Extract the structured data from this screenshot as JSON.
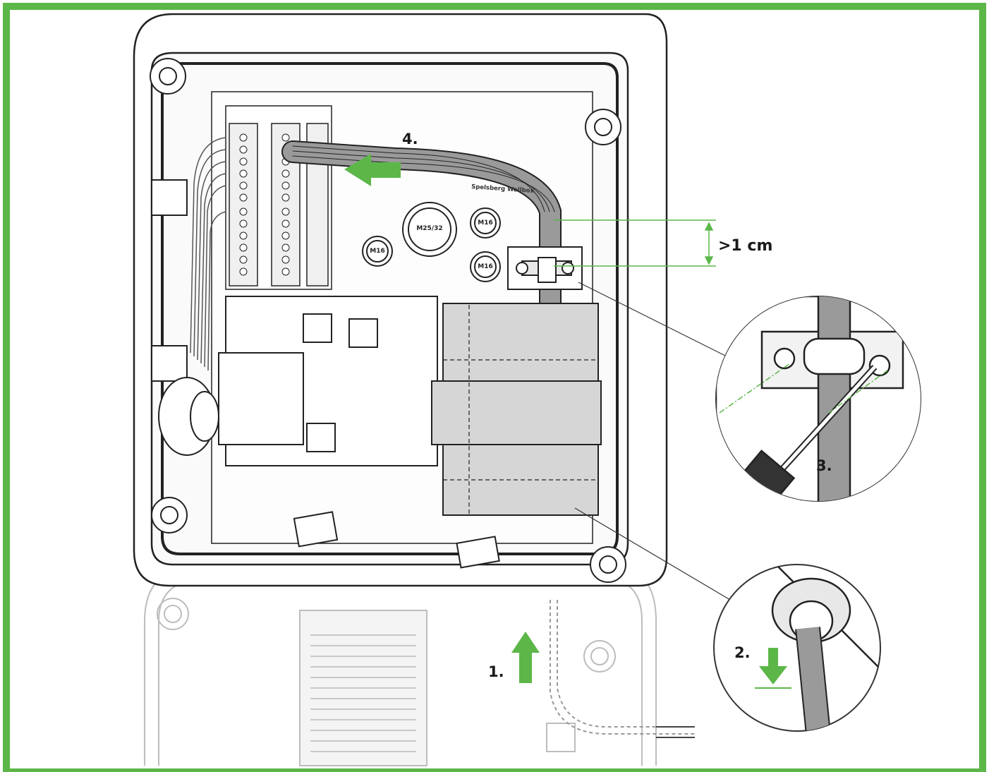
{
  "steps": {
    "step1": "1.",
    "step2": "2.",
    "step3": "3.",
    "step4": "4."
  },
  "dimension_label": ">1 cm",
  "brand_label": "Spelsberg Wallbox",
  "glands": {
    "large": "M25/32",
    "small_left": "M16",
    "small_top_right": "M16",
    "small_bottom_right": "M16"
  },
  "colors": {
    "frame_green": "#5cb748",
    "arrow_green": "#5cb748",
    "line_dark": "#222222",
    "module_fill": "#d6d6d6"
  }
}
